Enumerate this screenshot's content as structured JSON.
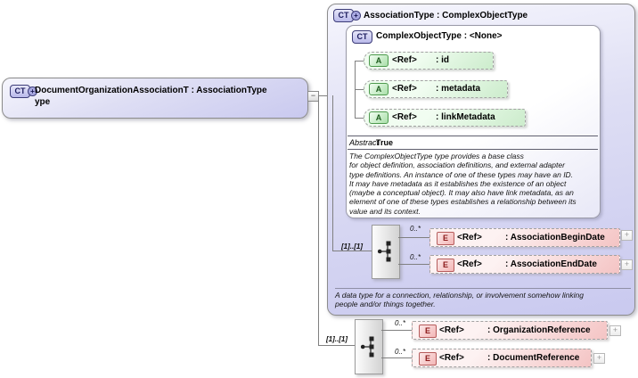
{
  "icons": {
    "collapse": "−",
    "expand": "+",
    "plus": "+"
  },
  "root_class": {
    "badge": "CT",
    "title_line1": "DocumentOrganizationAssociationT : AssociationType",
    "title_line2": "ype"
  },
  "association_type": {
    "badge": "CT",
    "title": "AssociationType : ComplexObjectType",
    "footer_line1": "A data type for a connection, relationship, or involvement somehow linking",
    "footer_line2": "people and/or things together."
  },
  "complex_object_type": {
    "badge": "CT",
    "title": "ComplexObjectType : <None>",
    "attributes": [
      {
        "badge": "A",
        "ref": "<Ref>",
        "name": ": id"
      },
      {
        "badge": "A",
        "ref": "<Ref>",
        "name": ": metadata"
      },
      {
        "badge": "A",
        "ref": "<Ref>",
        "name": ": linkMetadata"
      }
    ],
    "abstract_label": "Abstract",
    "abstract_value": "True",
    "description_lines": [
      "The ComplexObjectType type provides a base class",
      "for object definition, association definitions, and external adapter",
      "type definitions. An instance of one of these types may have an ID.",
      "It may have metadata as it establishes the existence of an object",
      "(maybe a conceptual object). It may also have link metadata, as an",
      "element of one of these types establishes a relationship between its",
      "value and its context."
    ]
  },
  "inner_sequence": {
    "cardinality": "[1]..[1]",
    "elements": [
      {
        "occurs": "0..*",
        "badge": "E",
        "ref": "<Ref>",
        "name": ": AssociationBeginDate"
      },
      {
        "occurs": "0..*",
        "badge": "E",
        "ref": "<Ref>",
        "name": ": AssociationEndDate"
      }
    ]
  },
  "outer_sequence": {
    "cardinality": "[1]..[1]",
    "elements": [
      {
        "occurs": "0..*",
        "badge": "E",
        "ref": "<Ref>",
        "name": ": OrganizationReference"
      },
      {
        "occurs": "0..*",
        "badge": "E",
        "ref": "<Ref>",
        "name": ": DocumentReference"
      }
    ]
  },
  "colors": {
    "diagram_line": "#808080",
    "box_border": "#8c8c8c",
    "lavender_light": "#f6f6fd",
    "lavender_mid": "#dedef4",
    "lavender_dark": "#c9c9ef",
    "inner_light": "#ffffff",
    "inner_dark": "#e8e8f7",
    "green_light": "#f1fdf1",
    "green_dark": "#cceccc",
    "green_border": "#4e9a4e",
    "green_text": "#1e5c1e",
    "pink_light": "#fdf2f2",
    "pink_dark": "#f4c4c4",
    "red_border": "#b65c5c",
    "red_text": "#8b1a1a",
    "badge_fill_light": "#e6e6f9",
    "badge_fill_dark": "#b9b9ea",
    "badge_border": "#3c3c78",
    "badge_text": "#1c1c5e",
    "gray_light": "#fdfdfd",
    "gray_dark": "#d2d2d2",
    "dashed_border": "#a2a2a2",
    "text": "#000000"
  }
}
